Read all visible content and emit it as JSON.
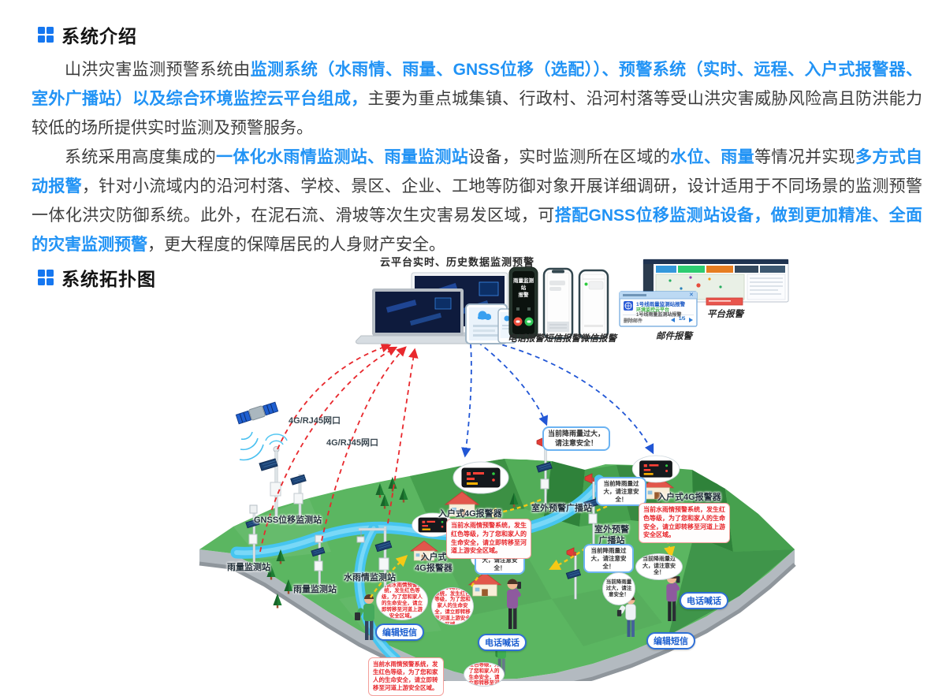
{
  "intro": {
    "heading": "系统介绍",
    "p1": [
      {
        "t": "山洪灾害监测预警系统由",
        "hl": false
      },
      {
        "t": "监测系统（水雨情、雨量、GNSS位移（选配））、预警系统（实时、远程、入户式报警器、室外广播站）以及综合环境监控云平台组成，",
        "hl": true
      },
      {
        "t": "主要为重点城集镇、行政村、沿河村落等受山洪灾害威胁风险高且防洪能力较低的场所提供实时监测及预警服务。",
        "hl": false
      }
    ],
    "p2": [
      {
        "t": "系统采用高度集成的",
        "hl": false
      },
      {
        "t": "一体化水雨情监测站、雨量监测站",
        "hl": true
      },
      {
        "t": "设备，实时监测所在区域的",
        "hl": false
      },
      {
        "t": "水位、雨量",
        "hl": true
      },
      {
        "t": "等情况并实现",
        "hl": false
      },
      {
        "t": "多方式自动报警",
        "hl": true
      },
      {
        "t": "，针对小流域内的沿河村落、学校、景区、企业、工地等防御对象开展详细调研，设计适用于不同场景的监测预警一体化洪灾防御系统。此外，在泥石流、滑坡等次生灾害易发区域，可",
        "hl": false
      },
      {
        "t": "搭配GNSS位移监测站设备，做到更加精准、全面的灾害监测预警",
        "hl": true
      },
      {
        "t": "，更大程度的保障居民的人身财产安全。",
        "hl": false
      }
    ]
  },
  "topology": {
    "heading": "系统拓扑图",
    "cloud_label": "云平台实时、历史数据监测预警",
    "channels": {
      "phone": "电话报警",
      "sms": "短信报警",
      "wechat": "微信报警",
      "email": "邮件报警",
      "platform": "平台报警"
    },
    "phone_screen_line1": "雨量监测站",
    "phone_screen_line2": "报警",
    "email_popup": {
      "line1": "1号线雨量监测站报警",
      "line2": "环境监控云平台",
      "line3": "1号线雨量监测站报警",
      "footer": "删除邮件",
      "pager": "1/5",
      "close_icon": "✕"
    },
    "network_port": "4G/RJ45网口",
    "labels": {
      "gnss": "GNSS位移监测站",
      "rain": "雨量监测站",
      "hydro": "水雨情监测站",
      "broadcast": "室外预警广播站",
      "broadcast_line1": "室外预警",
      "broadcast_line2": "广播站",
      "indoor": "入户式4G报警器",
      "indoor_line1": "入户式",
      "indoor_line2": "4G报警器"
    },
    "bubble_rain": "当前降雨量过大，请注意安全！",
    "bubble_red": "当前水雨情预警系统，发生红色等级，为了您和家人的生命安全，请立即转移至河道上游安全区域。",
    "action_sms": "编辑短信",
    "action_call": "电话喊话"
  },
  "colors": {
    "accent_blue": "#2193f5",
    "heading_icon_blue": "#1677f0",
    "alert_red": "#e8282d",
    "download_blue": "#2156d5",
    "terrain_green": "#5bb661",
    "river_blue": "#46c5f0",
    "warning_yellow": "#f6c915"
  }
}
